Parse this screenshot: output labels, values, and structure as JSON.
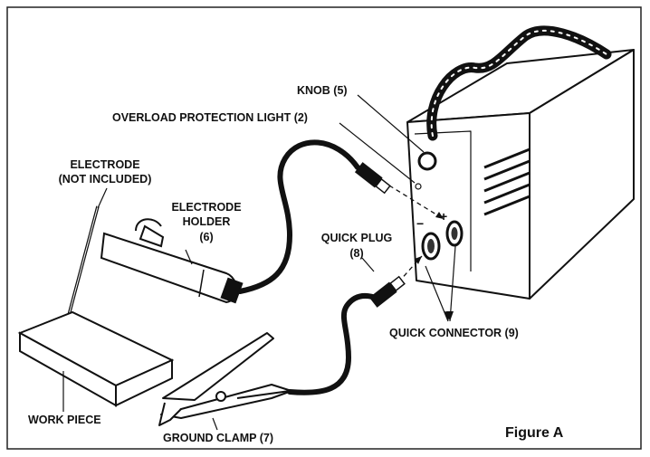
{
  "labels": {
    "knob": "KNOB (5)",
    "overload": "OVERLOAD PROTECTION LIGHT (2)",
    "electrode_l1": "ELECTRODE",
    "electrode_l2": "(NOT INCLUDED)",
    "holder_l1": "ELECTRODE",
    "holder_l2": "HOLDER",
    "holder_l3": "(6)",
    "plug_l1": "QUICK PLUG",
    "plug_l2": "(8)",
    "connector": "QUICK CONNECTOR (9)",
    "workpiece": "WORK PIECE",
    "clamp": "GROUND CLAMP (7)"
  },
  "panel_symbols": {
    "minus": "−",
    "plus": "+"
  },
  "caption": "Figure A"
}
